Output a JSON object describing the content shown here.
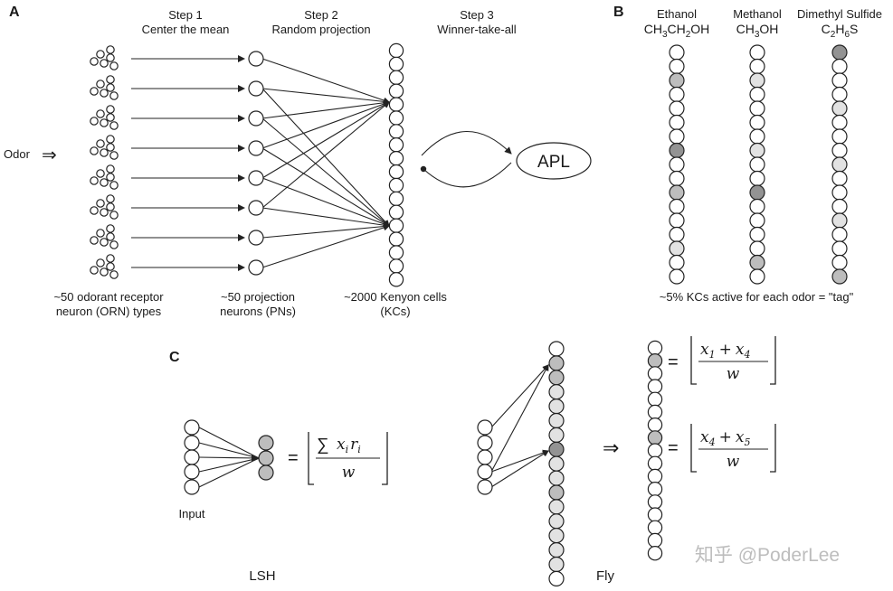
{
  "panels": {
    "a": "A",
    "b": "B",
    "c": "C"
  },
  "step1": {
    "title": "Step 1",
    "subtitle": "Center the mean"
  },
  "step2": {
    "title": "Step 2",
    "subtitle": "Random projection"
  },
  "step3": {
    "title": "Step 3",
    "subtitle": "Winner-take-all"
  },
  "odor_label": "Odor",
  "odor_arrow": "⇒",
  "orn_label": [
    "~50 odorant receptor",
    "neuron (ORN) types"
  ],
  "pn_label": [
    "~50 projection",
    "neurons (PNs)"
  ],
  "kc_label": [
    "~2000 Kenyon cells",
    "(KCs)"
  ],
  "apl_label": "APL",
  "odorants": [
    {
      "name": "Ethanol",
      "formula": [
        "CH",
        "3",
        "CH",
        "2",
        "OH"
      ]
    },
    {
      "name": "Methanol",
      "formula": [
        "CH",
        "3",
        "OH"
      ]
    },
    {
      "name": "Dimethyl Sulfide",
      "formula": [
        "C",
        "2",
        "H",
        "6",
        "S"
      ]
    }
  ],
  "tag_caption": "~5% KCs active for each odor = \"tag\"",
  "lsh": {
    "input_label": "Input",
    "title": "LSH",
    "formula": {
      "sum": "∑",
      "numer": "x",
      "sub_i": "i",
      "r": "r",
      "denom": "w",
      "equals": "="
    }
  },
  "fly": {
    "title": "Fly",
    "implies": "⇒",
    "formula1": {
      "a": "x",
      "a_sub": "1",
      "op": "+",
      "b": "x",
      "b_sub": "4",
      "denom": "w",
      "equals": "="
    },
    "formula2": {
      "a": "x",
      "a_sub": "4",
      "op": "+",
      "b": "x",
      "b_sub": "5",
      "denom": "w",
      "equals": "="
    }
  },
  "watermark": "知乎 @PoderLee"
}
